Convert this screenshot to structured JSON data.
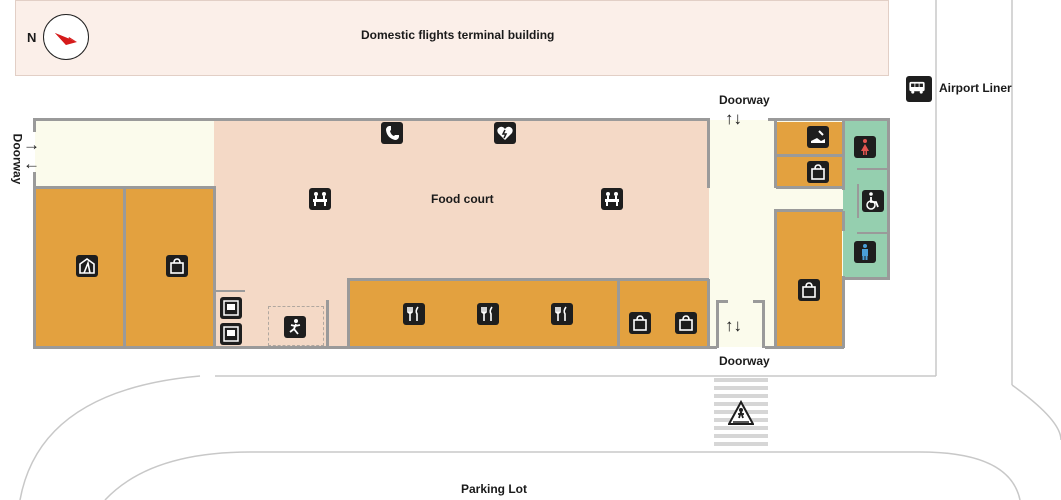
{
  "colors": {
    "store": "#e3a13f",
    "food_court": "#f4d9c6",
    "corridor": "#fbfbec",
    "restroom": "#95cfaf",
    "terminal": "#fbefe9",
    "wall": "#9a9a9a",
    "compass_arrow": "#d51a1a"
  },
  "compass": {
    "label": "N"
  },
  "terminal": {
    "label": "Domestic flights terminal building"
  },
  "airport_liner": {
    "label": "Airport Liner",
    "icon": "bus-icon"
  },
  "doorways": {
    "top": "Doorway",
    "bottom": "Doorway",
    "left": "Doorway"
  },
  "food_court": {
    "label": "Food court"
  },
  "parking": {
    "label": "Parking Lot"
  },
  "icons": [
    "phone-icon",
    "aed-icon",
    "rest-area-icon",
    "restaurant-icon",
    "shop-icon",
    "souvenir-icon",
    "atm-icon",
    "kids-area-icon",
    "nursing-room-icon",
    "womens-restroom-icon",
    "mens-restroom-icon",
    "accessible-restroom-icon",
    "crosswalk-icon",
    "bus-icon"
  ]
}
